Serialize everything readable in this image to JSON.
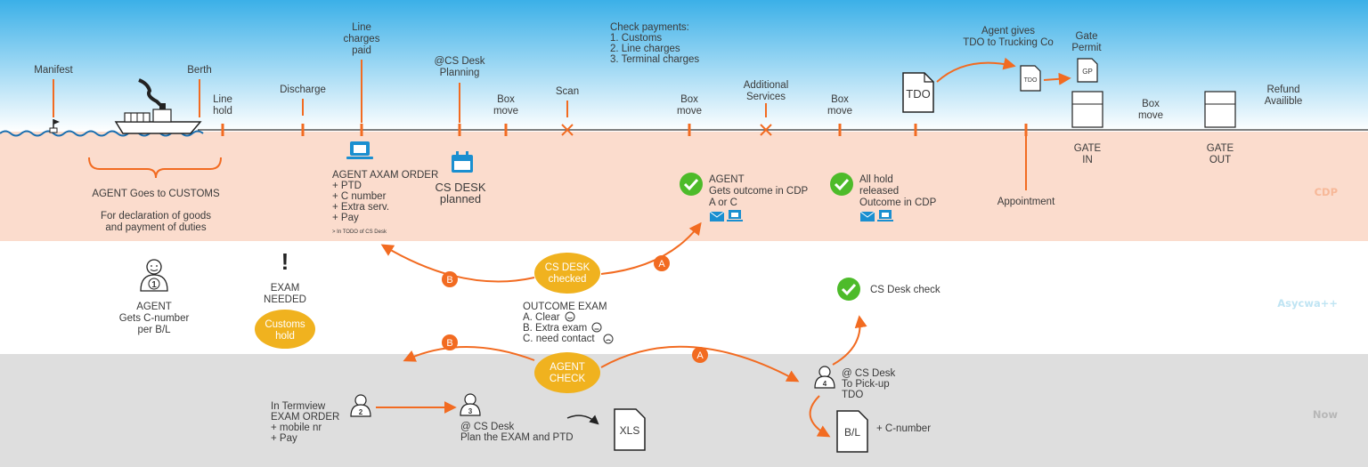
{
  "colors": {
    "sky_top": "#3bb0e8",
    "sky_bottom": "#ffffff",
    "cdp_band": "#fbdccd",
    "now_band": "#dedede",
    "orange": "#f26b21",
    "yellow": "#f0b21f",
    "green": "#4dbb2a",
    "blue_icon": "#1a8fd0",
    "cdp_title": "#f7b898",
    "asycuda_title": "#bfe4f3",
    "now_title": "#b7b7b7"
  },
  "bands": {
    "cdp": "CDP",
    "asycuda": "Asycwa++",
    "now": "Now"
  },
  "timeline": {
    "manifest": "Manifest",
    "berth": "Berth",
    "line_hold": [
      "Line",
      "hold"
    ],
    "discharge": "Discharge",
    "line_charges_paid": [
      "Line",
      "charges",
      "paid"
    ],
    "cs_desk_planning": [
      "@CS Desk",
      "Planning"
    ],
    "box_move_1": [
      "Box",
      "move"
    ],
    "scan": "Scan",
    "check_payments": [
      "Check payments:",
      "1. Customs",
      "2. Line charges",
      "3. Terminal charges"
    ],
    "box_move_2": [
      "Box",
      "move"
    ],
    "additional_services": [
      "Additional",
      "Services"
    ],
    "box_move_3": [
      "Box",
      "move"
    ],
    "agent_gives_tdo": [
      "Agent gives",
      "TDO to Trucking Co"
    ],
    "gate_permit": [
      "Gate",
      "Permit"
    ],
    "box_move_4": [
      "Box",
      "move"
    ],
    "refund": [
      "Refund",
      "Availible"
    ],
    "tdo_label": "TDO",
    "tdo_small": "TDO",
    "gp_label": "GP"
  },
  "cdp": {
    "agent_customs_title": "AGENT Goes to CUSTOMS",
    "agent_customs_desc": [
      "For declaration of goods",
      "and payment of duties"
    ],
    "agent_exam_order": [
      "AGENT AXAM ORDER",
      "+ PTD",
      "+ C number",
      "+ Extra serv.",
      "+ Pay"
    ],
    "todo_note": "> In TODO of CS Desk",
    "cs_desk_planned": [
      "CS DESK",
      "planned"
    ],
    "agent_outcome": [
      "AGENT",
      "Gets outcome in CDP",
      "A or C"
    ],
    "all_hold_released": [
      "All hold",
      "released",
      "Outcome in CDP"
    ],
    "appointment": "Appointment",
    "gate_in": [
      "GATE",
      "IN"
    ],
    "gate_out": [
      "GATE",
      "OUT"
    ]
  },
  "asycuda": {
    "agent_c_number": [
      "AGENT",
      "Gets C-number",
      "per B/L"
    ],
    "agent_badge_1": "1",
    "exam_needed": [
      "EXAM",
      "NEEDED"
    ],
    "exclamation": "!",
    "customs_hold": [
      "Customs",
      "hold"
    ],
    "cs_desk_checked": [
      "CS DESK",
      "checked"
    ],
    "outcome_exam": [
      "OUTCOME EXAM",
      "A. Clear",
      "B. Extra exam",
      "C. need contact"
    ],
    "cs_desk_check": "CS Desk check"
  },
  "now": {
    "agent_check": [
      "AGENT",
      "CHECK"
    ],
    "termview": [
      "In Termview",
      "EXAM ORDER",
      "+ mobile nr",
      "+ Pay"
    ],
    "agent_badge_2": "2",
    "agent_badge_3": "3",
    "cs_desk_plan": [
      "@ CS Desk",
      "Plan the EXAM and PTD"
    ],
    "xls_label": "XLS",
    "agent_badge_4": "4",
    "pickup_tdo": [
      "@ CS Desk",
      "To Pick-up",
      "TDO"
    ],
    "bl_label": "B/L",
    "c_number": "+ C-number"
  },
  "flow_labels": {
    "a": "A",
    "b": "B"
  }
}
